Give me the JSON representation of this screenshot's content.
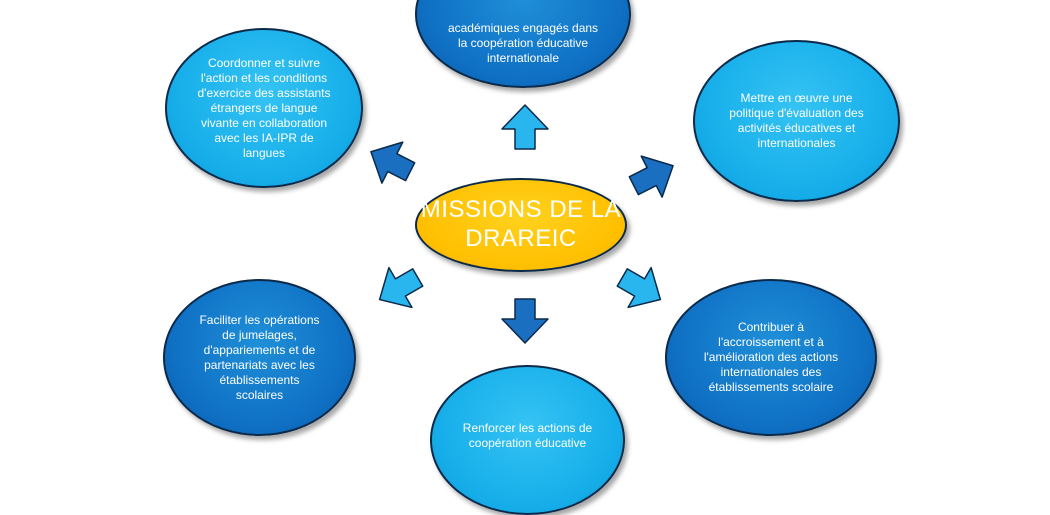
{
  "diagram": {
    "center": {
      "line1": "MISSIONS DE",
      "line2": "LA DRAREIC"
    },
    "missions": [
      {
        "lines": [
          "académiques engagés dans",
          "la coopération éducative",
          "internationale"
        ]
      },
      {
        "lines": [
          "Coordonner et suivre",
          "l'action et les conditions",
          "d'exercice des assistants",
          "étrangers de langue",
          "vivante en collaboration",
          "avec les IA-IPR de",
          "langues"
        ]
      },
      {
        "lines": [
          "Mettre en œuvre une",
          "politique d'évaluation des",
          "activités éducatives et",
          "internationales"
        ]
      },
      {
        "lines": [
          "Faciliter les opérations",
          "de jumelages,",
          "d'appariements et de",
          "partenariats avec les",
          "établissements",
          "scolaires"
        ]
      },
      {
        "lines": [
          "Contribuer à",
          "l'accroissement et à",
          "l'amélioration des actions",
          "internationales des",
          "établissements scolaire"
        ]
      },
      {
        "lines": [
          "Renforcer les actions de",
          "coopération éducative"
        ]
      }
    ],
    "colors": {
      "center_fill": "#ffbf00",
      "bubble_light": "#16aeea",
      "bubble_dark": "#0f70c4",
      "arrow_light": "#29b6ee",
      "arrow_dark": "#1a6fc0",
      "outline": "#0b2a4a"
    }
  }
}
